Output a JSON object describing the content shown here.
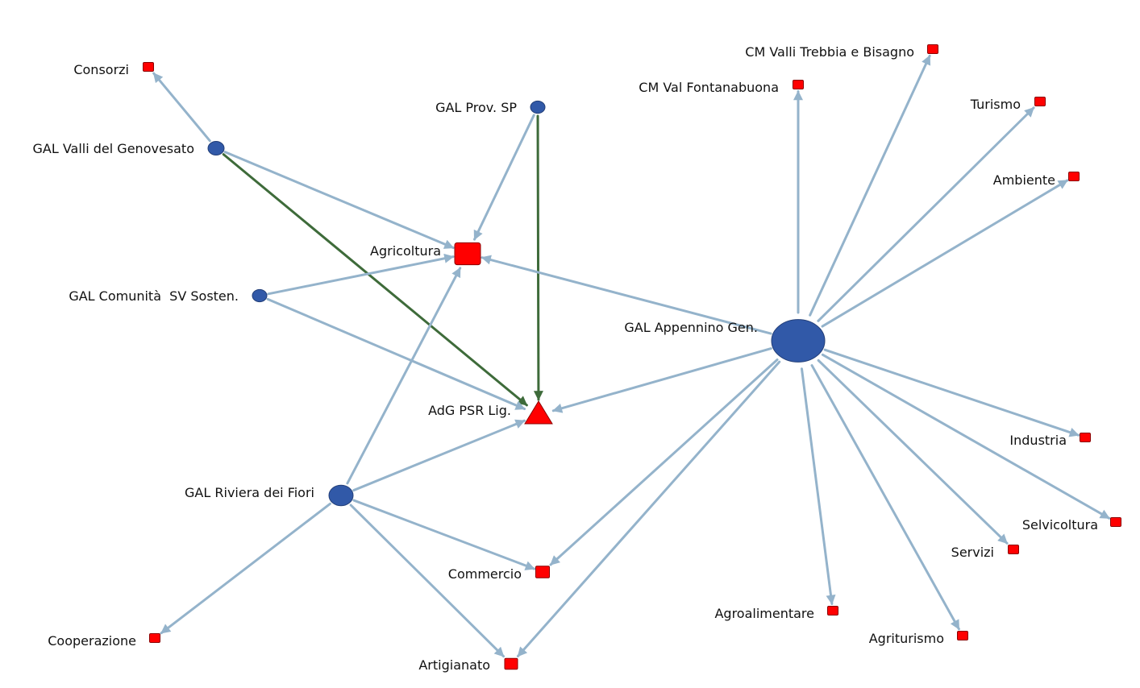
{
  "colors": {
    "edge_default": "#94B3CB",
    "edge_highlight": "#3E6B3A",
    "actor_fill": "#3159A8",
    "actor_stroke": "#233F78",
    "sector_fill": "#FF0000",
    "sector_stroke": "#8B0000",
    "background": "#FFFFFF"
  },
  "nodes": [
    {
      "id": "gal_valli_genovesato",
      "label": "GAL Valli del Genovesato",
      "type": "actor",
      "shape": "circle"
    },
    {
      "id": "gal_prov_sp",
      "label": "GAL Prov. SP",
      "type": "actor",
      "shape": "circle"
    },
    {
      "id": "gal_comunita_sv",
      "label": "GAL Comunità  SV Sosten.",
      "type": "actor",
      "shape": "circle"
    },
    {
      "id": "gal_appennino",
      "label": "GAL Appennino Gen.",
      "type": "actor",
      "shape": "circle"
    },
    {
      "id": "gal_riviera",
      "label": "GAL Riviera dei Fiori",
      "type": "actor",
      "shape": "circle"
    },
    {
      "id": "adg_psr",
      "label": "AdG PSR Lig.",
      "type": "authority",
      "shape": "triangle"
    },
    {
      "id": "agricoltura",
      "label": "Agricoltura",
      "type": "sector",
      "shape": "square"
    },
    {
      "id": "consorzi",
      "label": "Consorzi",
      "type": "sector",
      "shape": "square"
    },
    {
      "id": "cm_trebbia",
      "label": "CM Valli Trebbia e Bisagno",
      "type": "sector",
      "shape": "square"
    },
    {
      "id": "cm_fontanabuona",
      "label": "CM Val Fontanabuona",
      "type": "sector",
      "shape": "square"
    },
    {
      "id": "turismo",
      "label": "Turismo",
      "type": "sector",
      "shape": "square"
    },
    {
      "id": "ambiente",
      "label": "Ambiente",
      "type": "sector",
      "shape": "square"
    },
    {
      "id": "industria",
      "label": "Industria",
      "type": "sector",
      "shape": "square"
    },
    {
      "id": "selvicoltura",
      "label": "Selvicoltura",
      "type": "sector",
      "shape": "square"
    },
    {
      "id": "servizi",
      "label": "Servizi",
      "type": "sector",
      "shape": "square"
    },
    {
      "id": "agroalimentare",
      "label": "Agroalimentare",
      "type": "sector",
      "shape": "square"
    },
    {
      "id": "agriturismo",
      "label": "Agriturismo",
      "type": "sector",
      "shape": "square"
    },
    {
      "id": "commercio",
      "label": "Commercio",
      "type": "sector",
      "shape": "square"
    },
    {
      "id": "artigianato",
      "label": "Artigianato",
      "type": "sector",
      "shape": "square"
    },
    {
      "id": "cooperazione",
      "label": "Cooperazione",
      "type": "sector",
      "shape": "square"
    }
  ],
  "edges": [
    {
      "from": "gal_valli_genovesato",
      "to": "consorzi",
      "highlight": false
    },
    {
      "from": "gal_valli_genovesato",
      "to": "agricoltura",
      "highlight": false
    },
    {
      "from": "gal_valli_genovesato",
      "to": "adg_psr",
      "highlight": true
    },
    {
      "from": "gal_prov_sp",
      "to": "agricoltura",
      "highlight": false
    },
    {
      "from": "gal_prov_sp",
      "to": "adg_psr",
      "highlight": true
    },
    {
      "from": "gal_comunita_sv",
      "to": "agricoltura",
      "highlight": false
    },
    {
      "from": "gal_comunita_sv",
      "to": "adg_psr",
      "highlight": false
    },
    {
      "from": "gal_appennino",
      "to": "agricoltura",
      "highlight": false
    },
    {
      "from": "gal_appennino",
      "to": "adg_psr",
      "highlight": false
    },
    {
      "from": "gal_appennino",
      "to": "cm_fontanabuona",
      "highlight": false
    },
    {
      "from": "gal_appennino",
      "to": "cm_trebbia",
      "highlight": false
    },
    {
      "from": "gal_appennino",
      "to": "turismo",
      "highlight": false
    },
    {
      "from": "gal_appennino",
      "to": "ambiente",
      "highlight": false
    },
    {
      "from": "gal_appennino",
      "to": "industria",
      "highlight": false
    },
    {
      "from": "gal_appennino",
      "to": "selvicoltura",
      "highlight": false
    },
    {
      "from": "gal_appennino",
      "to": "servizi",
      "highlight": false
    },
    {
      "from": "gal_appennino",
      "to": "agroalimentare",
      "highlight": false
    },
    {
      "from": "gal_appennino",
      "to": "agriturismo",
      "highlight": false
    },
    {
      "from": "gal_appennino",
      "to": "commercio",
      "highlight": false
    },
    {
      "from": "gal_appennino",
      "to": "artigianato",
      "highlight": false
    },
    {
      "from": "gal_riviera",
      "to": "agricoltura",
      "highlight": false
    },
    {
      "from": "gal_riviera",
      "to": "adg_psr",
      "highlight": false
    },
    {
      "from": "gal_riviera",
      "to": "commercio",
      "highlight": false
    },
    {
      "from": "gal_riviera",
      "to": "artigianato",
      "highlight": false
    },
    {
      "from": "gal_riviera",
      "to": "cooperazione",
      "highlight": false
    }
  ]
}
